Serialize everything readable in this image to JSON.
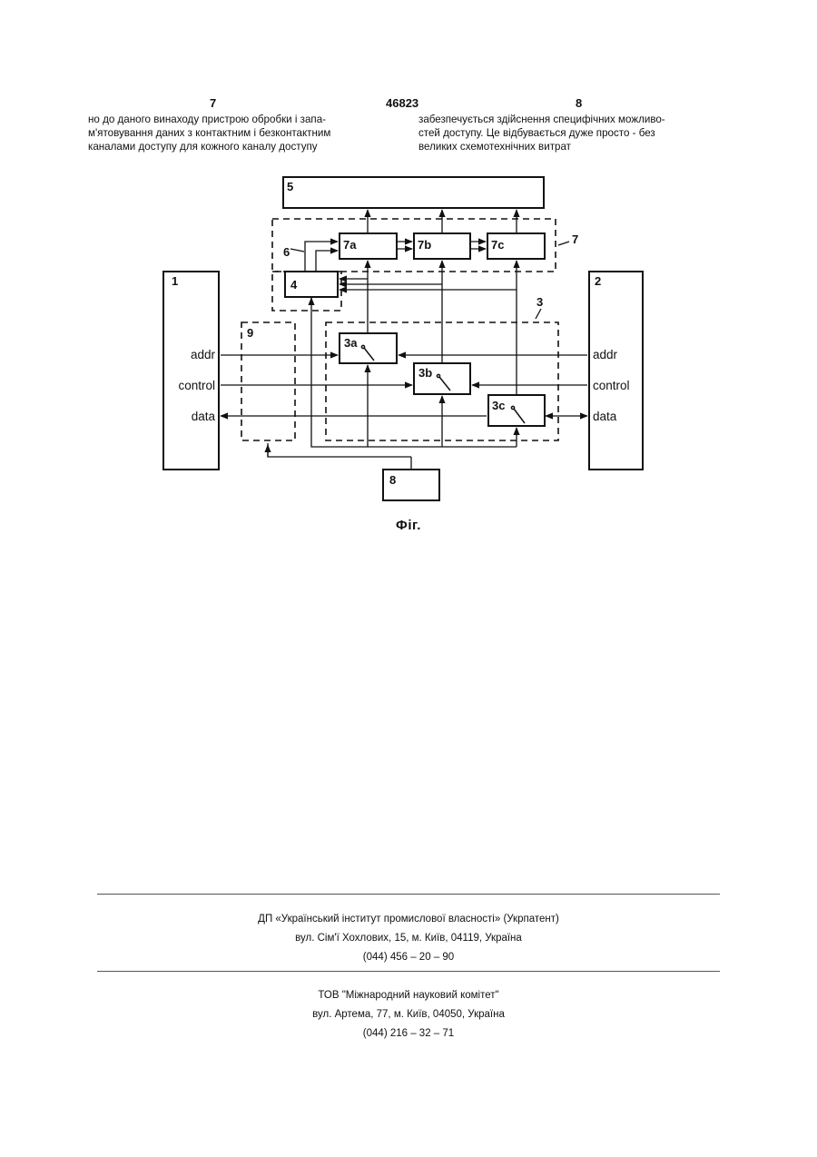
{
  "header": {
    "left_page": "7",
    "patent_number": "46823",
    "right_page": "8"
  },
  "text": {
    "left_column": [
      "но до даного винаходу пристрою обробки і запа-",
      "м'ятовування даних з контактним і безконтактним",
      "каналами доступу для кожного каналу доступу"
    ],
    "right_column": [
      "забезпечується здійснення специфічних можливо-",
      "стей доступу. Це відбувається дуже просто - без",
      "великих схемотехнічних витрат"
    ]
  },
  "figure": {
    "caption": "Фіг.",
    "labels": {
      "b1": "1",
      "b2": "2",
      "b3": "3",
      "b4": "4",
      "b5": "5",
      "b6": "6",
      "b7": "7",
      "b7a": "7a",
      "b7b": "7b",
      "b7c": "7c",
      "b8": "8",
      "b9": "9",
      "b3a": "3a",
      "b3b": "3b",
      "b3c": "3c",
      "addr": "addr",
      "control": "control",
      "data": "data"
    }
  },
  "footer": {
    "org1": {
      "name": "ДП «Український інститут промислової власності» (Укрпатент)",
      "address": "вул. Сім'ї Хохлових, 15, м. Київ, 04119, Україна",
      "phone": "(044) 456 – 20 – 90"
    },
    "org2": {
      "name": "ТОВ \"Міжнародний науковий комітет\"",
      "address": "вул. Артема, 77, м. Київ, 04050, Україна",
      "phone": "(044) 216 – 32 – 71"
    }
  }
}
